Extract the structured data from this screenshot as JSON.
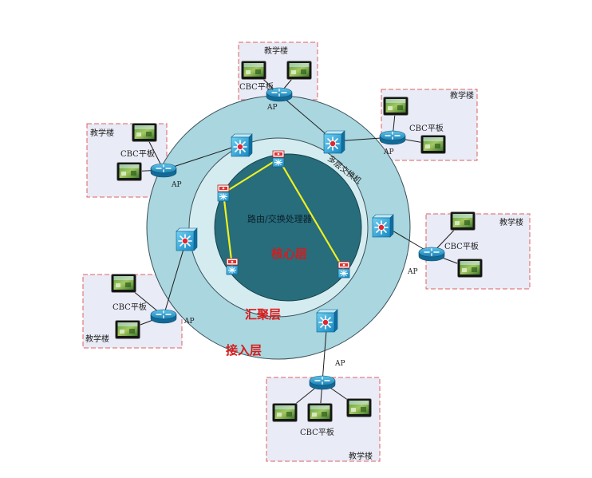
{
  "diagram": {
    "layers": {
      "core": "核心层",
      "aggregation": "汇聚层",
      "access": "接入层"
    },
    "core_label": "路由/交换处理器",
    "multilayer_switch_label": "多层交换机",
    "ap_label": "AP",
    "building_label": "教学楼",
    "tablet_label": "CBC平板",
    "colors": {
      "access_ring": "#a9d6df",
      "aggregation_ring": "#d4ecf0",
      "core_circle": "#276d7c",
      "core_links": "#f0f01e",
      "building_box_border": "#e06060",
      "building_box_fill": "#e9ebf6"
    }
  }
}
